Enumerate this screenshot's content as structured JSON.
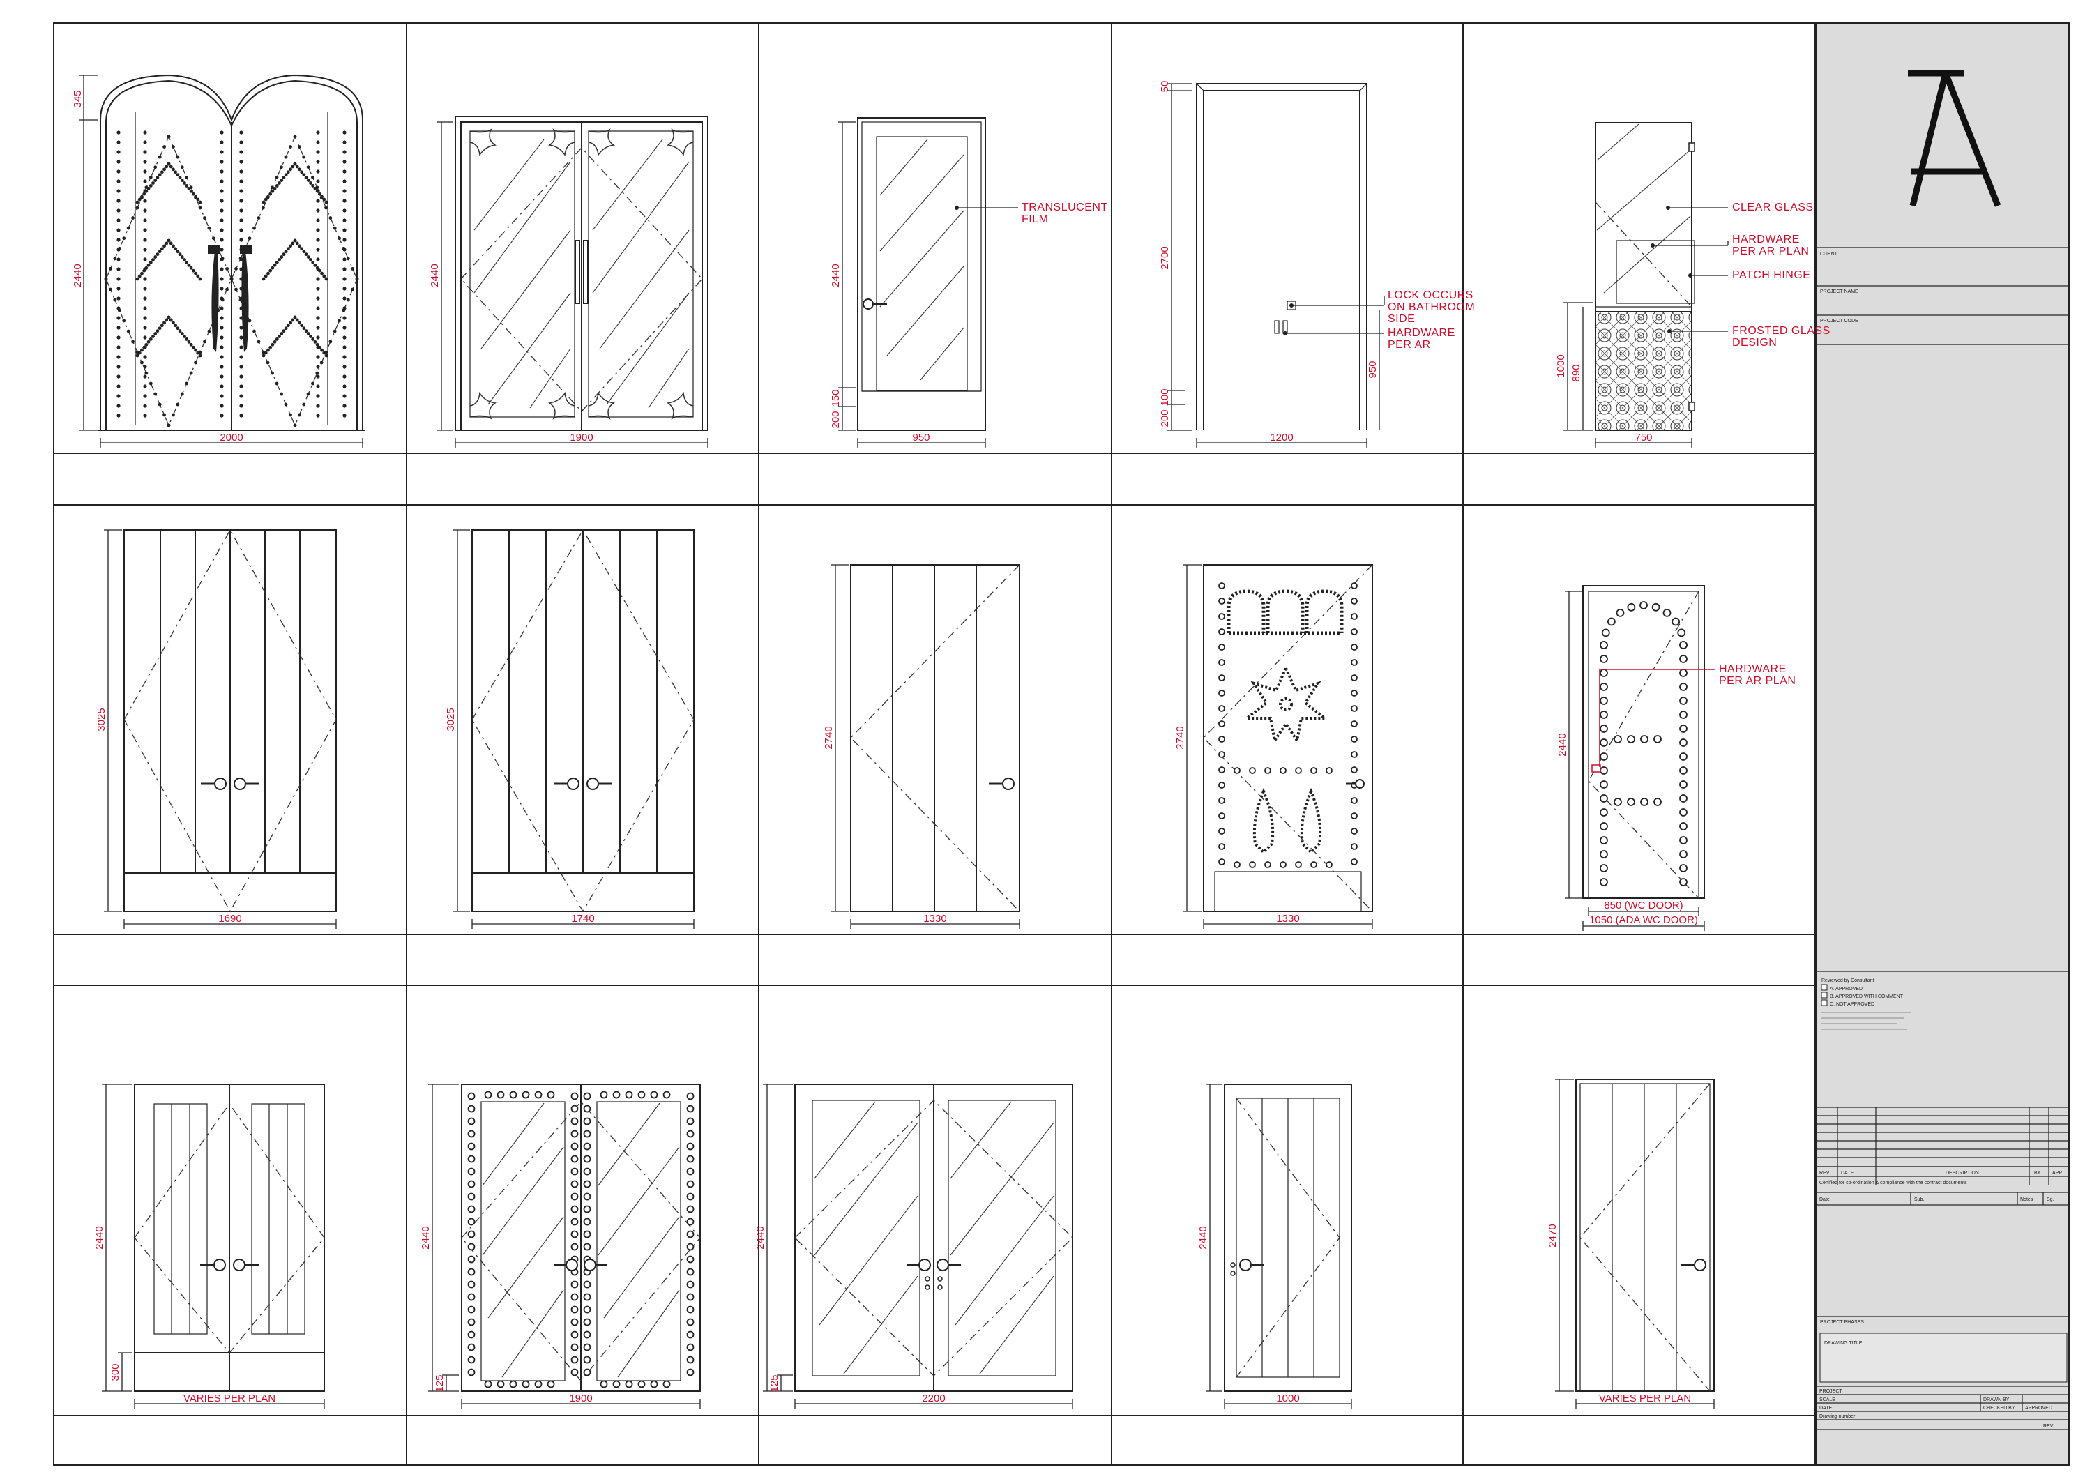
{
  "logo": {
    "text": "A"
  },
  "dimensions": {
    "r1c1_h": "2440",
    "r1c1_top": "345",
    "r1c1_w": "2000",
    "r1c2_h": "2440",
    "r1c2_w": "1900",
    "r1c3_h": "2440",
    "r1c3_w": "950",
    "r1c3_a": "200",
    "r1c3_b": "150",
    "r1c4_h": "2700",
    "r1c4_top": "50",
    "r1c4_w": "1200",
    "r1c4_a": "200",
    "r1c4_b": "100",
    "r1c4_c": "950",
    "r1c5_h": "1000",
    "r1c5_h2": "890",
    "r1c5_w": "750",
    "r2c1_h": "3025",
    "r2c1_w": "1690",
    "r2c2_h": "3025",
    "r2c2_w": "1740",
    "r2c3_h": "2740",
    "r2c3_w": "1330",
    "r2c4_h": "2740",
    "r2c4_w": "1330",
    "r2c5_h": "2440",
    "r2c5_w1": "850 (WC DOOR)",
    "r2c5_w2": "1050 (ADA WC DOOR)",
    "r3c1_h": "2440",
    "r3c1_b": "300",
    "r3c1_w": "VARIES PER PLAN",
    "r3c2_h": "2440",
    "r3c2_b": "125",
    "r3c2_w": "1900",
    "r3c3_h": "2440",
    "r3c3_b": "125",
    "r3c3_w": "2200",
    "r3c4_h": "2440",
    "r3c4_w": "1000",
    "r3c5_h": "2470",
    "r3c5_w": "VARIES PER PLAN"
  },
  "notes": {
    "translucent_1": "TRANSLUCENT",
    "translucent_2": "FILM",
    "lock_1": "LOCK OCCURS",
    "lock_2": "ON BATHROOM",
    "lock_3": "SIDE",
    "hw_ar_1": "HARDWARE",
    "hw_ar_2": "PER AR",
    "clear_glass": "CLEAR GLASS",
    "hw_plan_1": "HARDWARE",
    "hw_plan_2": "PER AR PLAN",
    "patch_hinge": "PATCH HINGE",
    "frosted_1": "FROSTED GLASS",
    "frosted_2": "DESIGN",
    "hw_plan2_1": "HARDWARE",
    "hw_plan2_2": "PER AR PLAN"
  },
  "title_block": {
    "client": "CLIENT",
    "project_name": "PROJECT NAME",
    "project_code": "PROJECT CODE",
    "reviewed_by": "Reviewed by Consultant",
    "approval": [
      "A. APPROVED",
      "B. APPROVED WITH COMMENT",
      "C. NOT APPROVED"
    ],
    "rev_headers": {
      "rev": "REV.",
      "date": "DATE",
      "desc": "DESCRIPTION",
      "by": "BY",
      "app": "APP."
    },
    "certified": "Certified for co-ordination & compliance with the contract documents",
    "sign_row": [
      "Date",
      "Sub.",
      "Notes",
      "Sg."
    ],
    "project_phases": "PROJECT PHASES",
    "drawing_title": "DRAWING TITLE",
    "project": "PROJECT",
    "scale": "SCALE",
    "drawn_by": "DRAWN BY",
    "date": "DATE",
    "checked_by": "CHECKED BY",
    "approved": "APPROVED",
    "drawing_number": "Drawing number",
    "rev_label": "REV."
  }
}
